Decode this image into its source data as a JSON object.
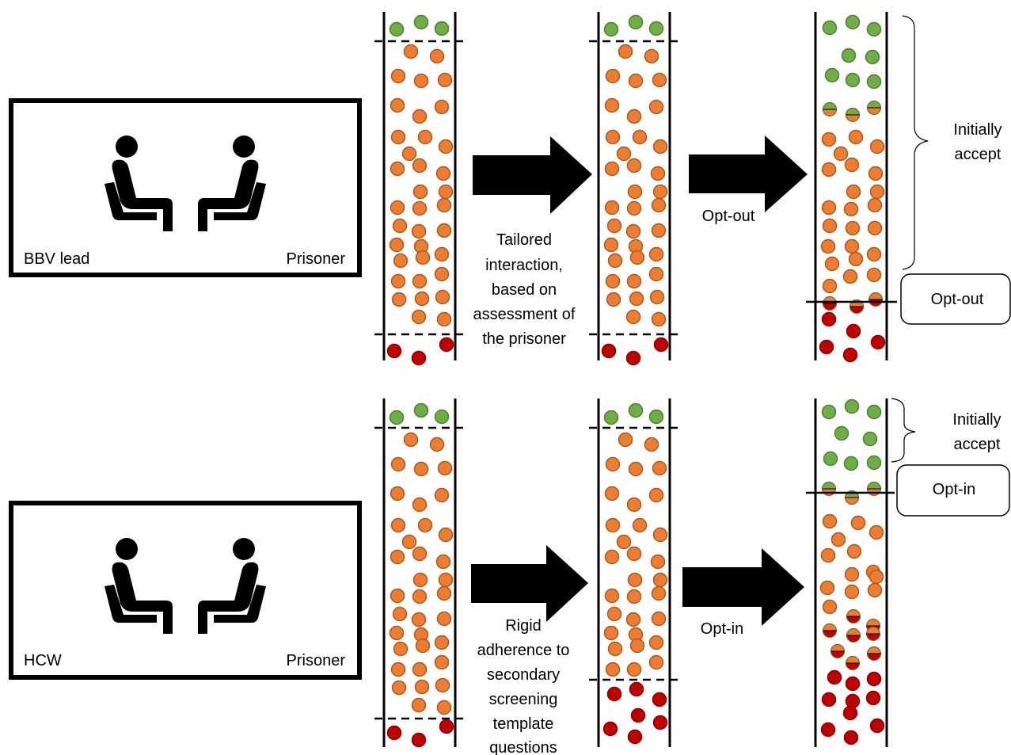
{
  "top_row": {
    "scene": {
      "left_person": "BBV lead",
      "right_person": "Prisoner"
    },
    "arrow1_caption": [
      "Tailored",
      "interaction,",
      "based on",
      "assessment of",
      "the prisoner"
    ],
    "arrow2_label": "Opt-out",
    "bracket_label": [
      "Initially",
      "accept"
    ],
    "box_label": "Opt-out"
  },
  "bottom_row": {
    "scene": {
      "left_person": "HCW",
      "right_person": "Prisoner"
    },
    "arrow1_caption": [
      "Rigid",
      "adherence to",
      "secondary",
      "screening",
      "template",
      "questions"
    ],
    "arrow2_label": "Opt-in",
    "bracket_label": [
      "Initially",
      "accept"
    ],
    "box_label": "Opt-in"
  },
  "legend_colors": {
    "accept": "#70ad47",
    "undecided": "#ed7d31",
    "decline": "#c00000"
  }
}
